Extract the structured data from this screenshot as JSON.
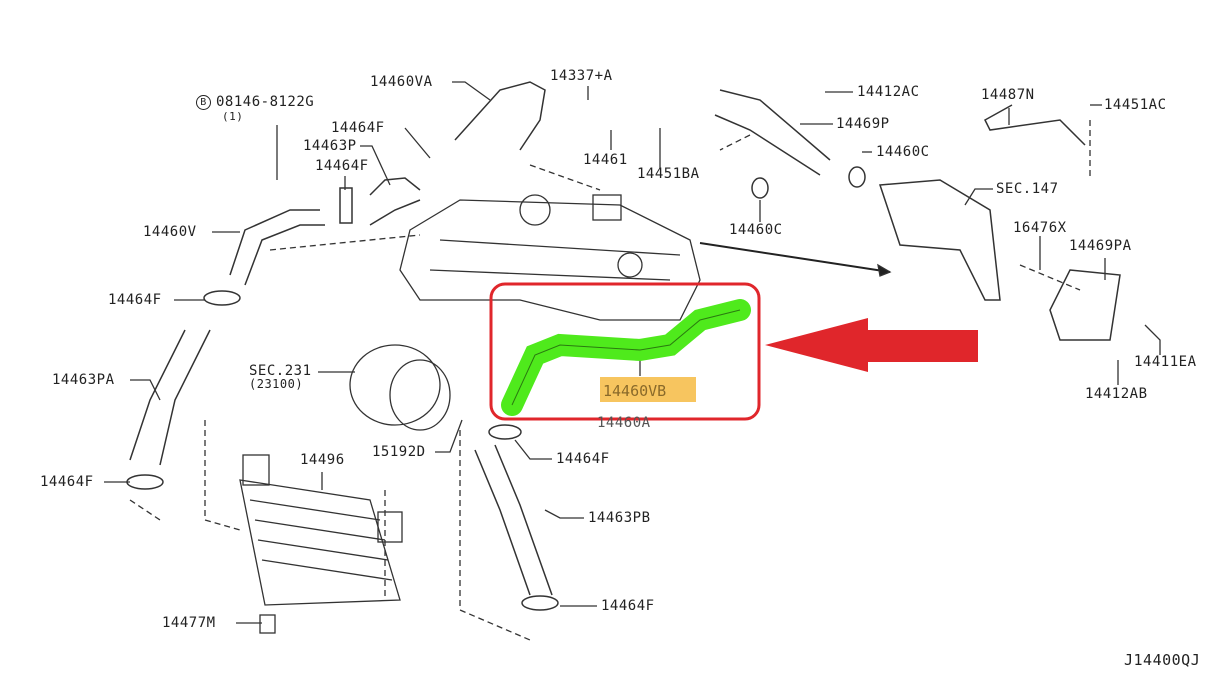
{
  "diagram_id": "J14400QJ",
  "highlight_part": "14460VB",
  "colors": {
    "highlight_hose": "#4fea1c",
    "callout_red": "#e0262b",
    "label_bg": "#f7c55f"
  },
  "labels": {
    "bolt_symbol": "B",
    "bolt_part": "08146-8122G",
    "bolt_qty": "(1)",
    "p14460VA": "14460VA",
    "p14337A": "14337+A",
    "p14464F_a": "14464F",
    "p14463P": "14463P",
    "p14464F_b": "14464F",
    "p14461": "14461",
    "p14451BA": "14451BA",
    "p14460V": "14460V",
    "p14412AC": "14412AC",
    "p14469P": "14469P",
    "p14460C_a": "14460C",
    "p14460C_b": "14460C",
    "p14487N": "14487N",
    "p14451AC": "14451AC",
    "sec147": "SEC.147",
    "p16476X": "16476X",
    "p14469PA": "14469PA",
    "p14411EA": "14411EA",
    "p14412AB": "14412AB",
    "p14464F_c": "14464F",
    "p14463PA": "14463PA",
    "sec231": "SEC.231",
    "sec231_sub": "(23100)",
    "p14460VB": "14460VB",
    "p14460A": "14460A",
    "p15192D": "15192D",
    "p14464F_d": "14464F",
    "p14496": "14496",
    "p14464F_e": "14464F",
    "p14463PB": "14463PB",
    "p14477M": "14477M",
    "p14464F_f": "14464F"
  }
}
